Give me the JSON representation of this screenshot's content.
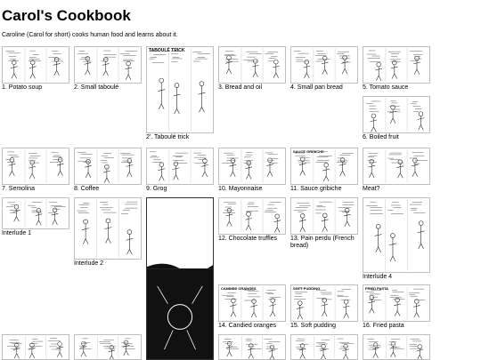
{
  "page": {
    "title": "Carol's Cookbook",
    "subtitle": "Caroline (Carol for short) cooks human food and learns about it."
  },
  "entries": [
    {
      "label": "1. Potato soup"
    },
    {
      "label": "2. Small taboulé"
    },
    {
      "label": "2'. Taboulé trick",
      "heading": "TABOULÉ TRICK"
    },
    {
      "label": "3. Bread and oil"
    },
    {
      "label": "4. Small pan bread"
    },
    {
      "label": "5. Tomato sauce"
    },
    {
      "label": "6. Boiled fruit"
    },
    {
      "label": "7. Semolina"
    },
    {
      "label": "8. Coffee"
    },
    {
      "label": "9. Grog"
    },
    {
      "label": "10. Mayonnaise"
    },
    {
      "label": "11. Sauce gribiche",
      "heading": "SAUCE GRIBICHE"
    },
    {
      "label": "Meat?"
    },
    {
      "label": "Interlude 1"
    },
    {
      "label": "Interlude 2"
    },
    {
      "label": "12. Chocolate truffles"
    },
    {
      "label": "13. Pain perdu (French bread)"
    },
    {
      "label": "Interlude 4"
    },
    {
      "label": "14. Candied oranges",
      "heading": "CANDIED ORANGES"
    },
    {
      "label": "15. Soft pudding",
      "heading": "SOFT PUDDING"
    },
    {
      "label": "16. Fried pasta",
      "heading": "FRIED PASTA"
    },
    {
      "label": ""
    },
    {
      "label": ""
    },
    {
      "label": ""
    },
    {
      "label": ""
    },
    {
      "label": "",
      "style": "dark"
    }
  ]
}
